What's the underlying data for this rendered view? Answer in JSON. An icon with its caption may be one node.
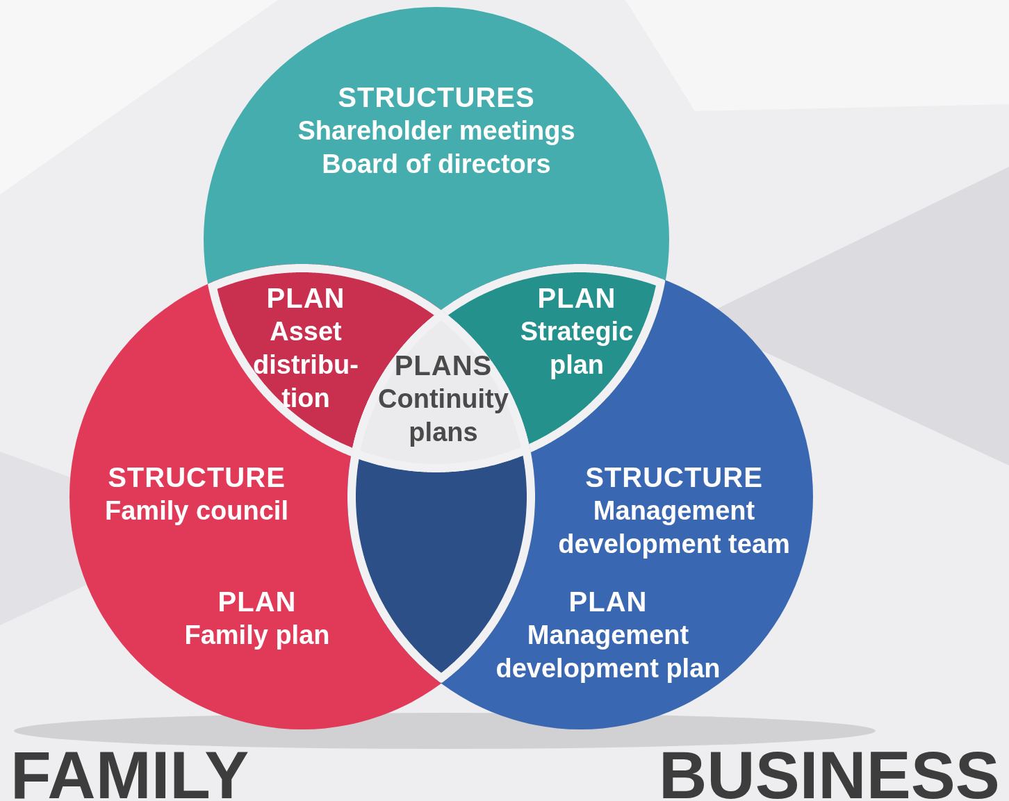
{
  "diagram": {
    "nodes": [
      {
        "text": [
          "STRUCTURES",
          "Shareholder meetings Board of directors"
        ]
      },
      {
        "text": [
          "PLAN",
          "Asset distribu- tion"
        ]
      },
      {
        "text": [
          "PLAN",
          "Strategic plan"
        ]
      },
      {
        "text": [
          "PLANS",
          "Continuity plans"
        ]
      },
      {
        "text": [
          "STRUCTURE",
          "Family council",
          "PLAN",
          "Family plan"
        ]
      },
      {
        "text": [
          "STRUCTURE",
          "Management development team",
          "PLAN",
          "Management development plan"
        ]
      },
      {
        "text": [],
        "shape": "lens"
      }
    ],
    "edges": [],
    "labels": [
      "FAMILY",
      "BUSINESS"
    ]
  }
}
